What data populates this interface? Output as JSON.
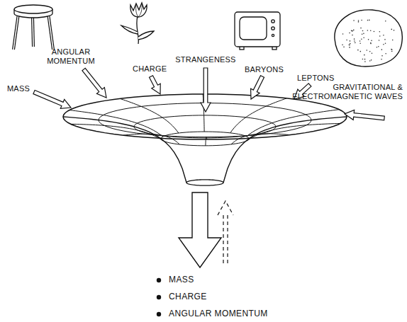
{
  "diagram": {
    "labels": [
      "MASS",
      "ANGULAR MOMENTUM",
      "CHARGE",
      "STRANGENESS",
      "BARYONS",
      "LEPTONS",
      "GRAVITATIONAL & ELECTROMAGNETIC WAVES",
      "MASS",
      "CHARGE",
      "ANGULAR MOMENTUM"
    ]
  }
}
